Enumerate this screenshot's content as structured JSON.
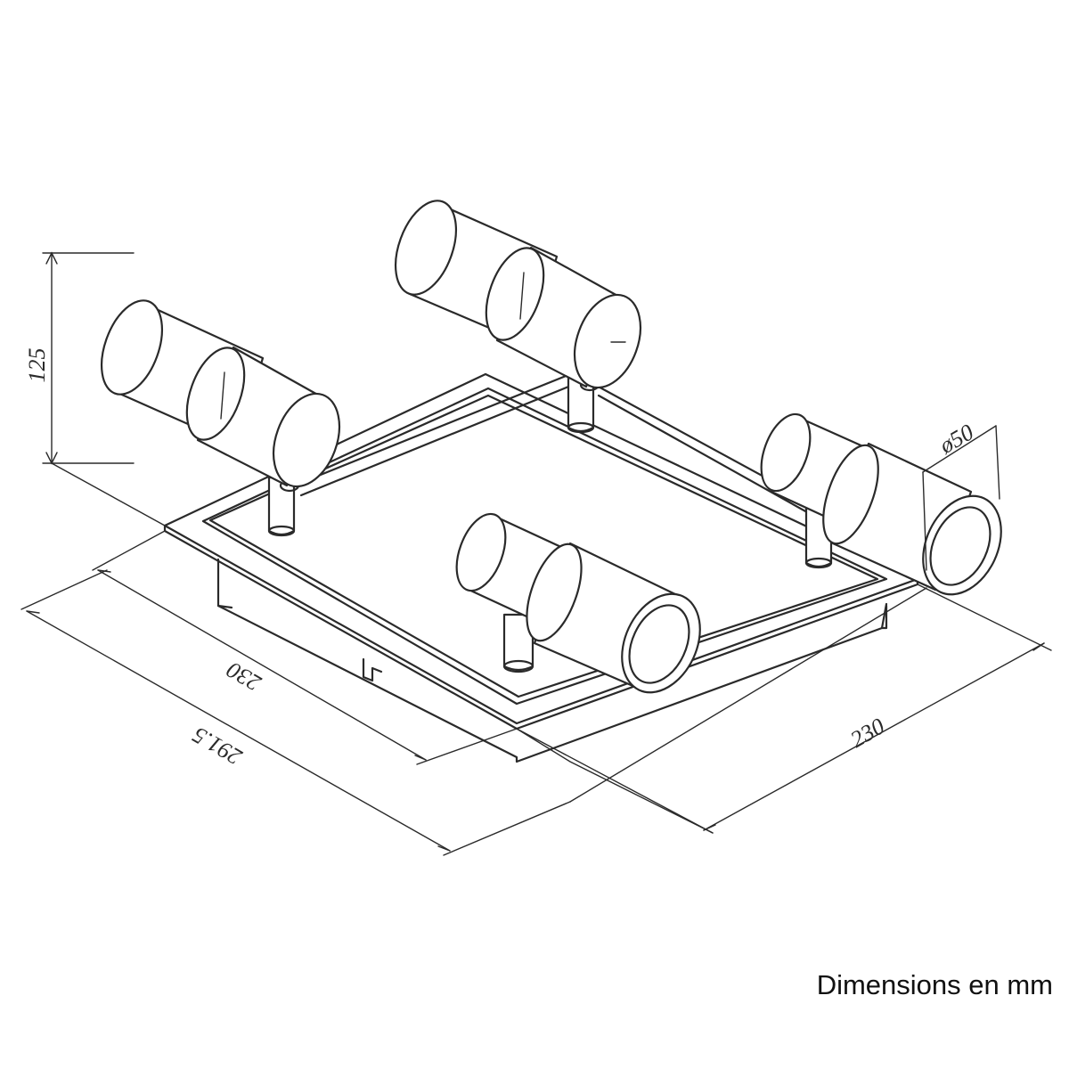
{
  "dimensions": {
    "height": "125",
    "depth": "230",
    "width": "230",
    "overall": "291.5",
    "diameter": "ø50"
  },
  "caption": "Dimensions en mm",
  "colors": {
    "line": "#2a2a2a",
    "background": "#ffffff"
  }
}
